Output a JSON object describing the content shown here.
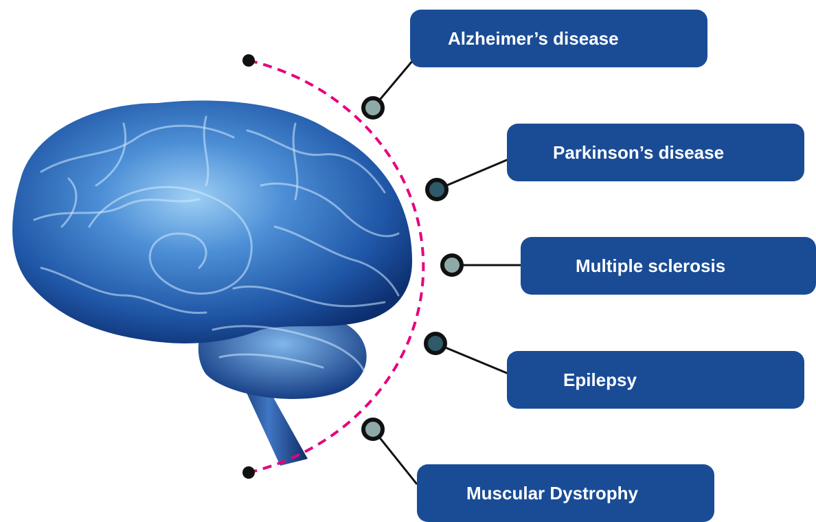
{
  "diagram": {
    "colors": {
      "box_fill": "#1a4c96",
      "box_text": "#ffffff",
      "arc_dash": "#e5007e",
      "connector_line": "#111111",
      "node_light": "#8eaaa8",
      "node_dark": "#2e5a69",
      "brain_blue": "#2f64b0"
    },
    "image": {
      "name": "brain-illustration",
      "icon": "brain-icon"
    },
    "labels": [
      {
        "text": "Alzheimer’s disease",
        "node_style": "light"
      },
      {
        "text": "Parkinson’s disease",
        "node_style": "dark"
      },
      {
        "text": "Multiple sclerosis",
        "node_style": "light"
      },
      {
        "text": "Epilepsy",
        "node_style": "dark"
      },
      {
        "text": "Muscular Dystrophy",
        "node_style": "light"
      }
    ]
  }
}
